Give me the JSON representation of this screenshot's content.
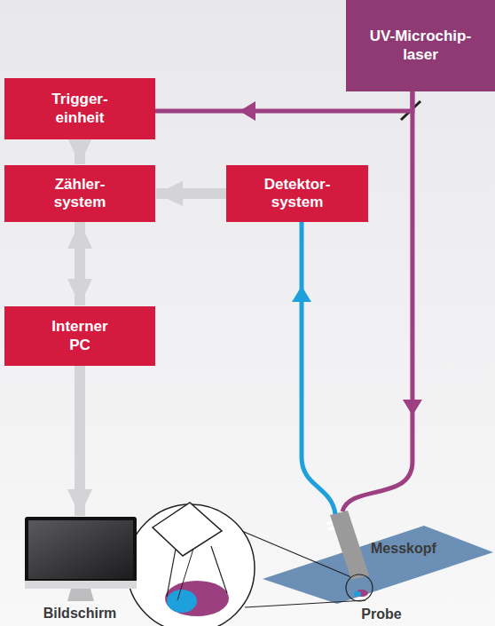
{
  "diagram": {
    "nodes": [
      {
        "text": [
          "UV-Microchip- laser"
        ]
      },
      {
        "text": [
          "Trigger- einheit"
        ]
      },
      {
        "text": [
          "Zähler- system"
        ]
      },
      {
        "text": [
          "Detektor- system"
        ]
      },
      {
        "text": [
          "Interner PC"
        ]
      },
      {
        "text": [
          "Messkopf"
        ]
      },
      {
        "text": [
          "Bildschirm"
        ]
      }
    ],
    "edges": [
      {
        "from": 0,
        "to": 1,
        "arrow": "to"
      },
      {
        "from": 0,
        "to": 5,
        "arrow": "to"
      },
      {
        "from": 5,
        "to": 3,
        "arrow": "to"
      },
      {
        "from": 1,
        "to": 2,
        "arrow": "to"
      },
      {
        "from": 3,
        "to": 2,
        "arrow": "to"
      },
      {
        "from": 2,
        "to": 4,
        "arrow": "both"
      },
      {
        "from": 4,
        "to": 6,
        "arrow": "to"
      }
    ],
    "labels": [
      "Probe"
    ]
  }
}
